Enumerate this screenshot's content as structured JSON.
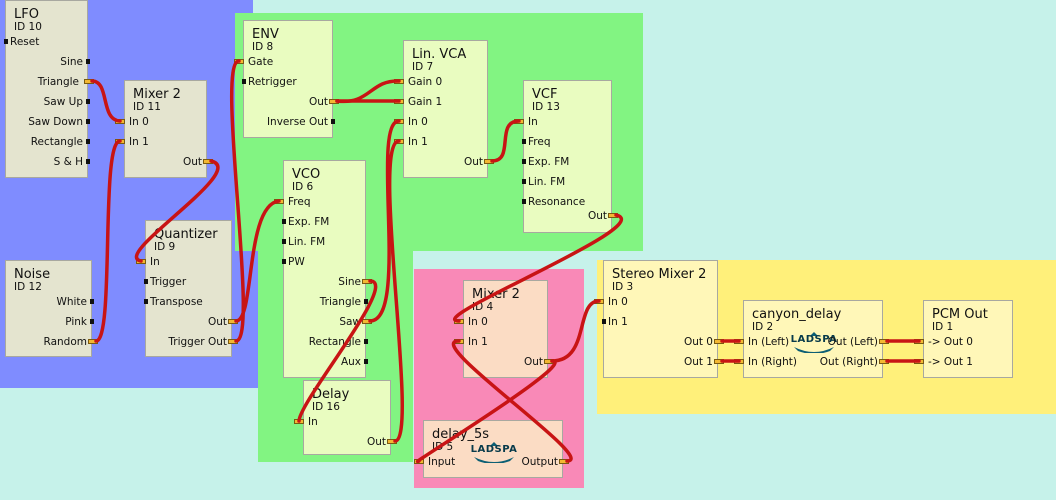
{
  "canvas": {
    "background": "#c6f2ea"
  },
  "groups": {
    "blue": "#7f8cff",
    "green": "#82f482",
    "pink": "#f989b7",
    "yellow": "#fff07a"
  },
  "modules": {
    "lfo": {
      "title": "LFO",
      "id": "ID 10",
      "in": [
        "Reset"
      ],
      "out": [
        "Sine",
        "Triangle",
        "Saw Up",
        "Saw Down",
        "Rectangle",
        "S & H"
      ]
    },
    "mixer11": {
      "title": "Mixer 2",
      "id": "ID 11",
      "in": [
        "In 0",
        "In 1"
      ],
      "out": [
        "Out"
      ]
    },
    "noise": {
      "title": "Noise",
      "id": "ID 12",
      "out": [
        "White",
        "Pink",
        "Random"
      ]
    },
    "quantizer": {
      "title": "Quantizer",
      "id": "ID 9",
      "in": [
        "In",
        "Trigger",
        "Transpose"
      ],
      "out": [
        "Out",
        "Trigger Out"
      ]
    },
    "env": {
      "title": "ENV",
      "id": "ID 8",
      "in": [
        "Gate",
        "Retrigger"
      ],
      "out": [
        "Out",
        "Inverse Out"
      ]
    },
    "vco": {
      "title": "VCO",
      "id": "ID 6",
      "in": [
        "Freq",
        "Exp. FM",
        "Lin. FM",
        "PW"
      ],
      "out": [
        "Sine",
        "Triangle",
        "Saw",
        "Rectangle",
        "Aux"
      ]
    },
    "vca": {
      "title": "Lin. VCA",
      "id": "ID 7",
      "in": [
        "Gain 0",
        "Gain 1",
        "In 0",
        "In 1"
      ],
      "out": [
        "Out"
      ]
    },
    "vcf": {
      "title": "VCF",
      "id": "ID 13",
      "in": [
        "In",
        "Freq",
        "Exp. FM",
        "Lin. FM",
        "Resonance"
      ],
      "out": [
        "Out"
      ]
    },
    "delay16": {
      "title": "Delay",
      "id": "ID 16",
      "in": [
        "In"
      ],
      "out": [
        "Out"
      ]
    },
    "mixer4": {
      "title": "Mixer 2",
      "id": "ID 4",
      "in": [
        "In 0",
        "In 1"
      ],
      "out": [
        "Out"
      ]
    },
    "delay5": {
      "title": "delay_5s",
      "id": "ID 5",
      "in": [
        "Input"
      ],
      "out": [
        "Output"
      ],
      "badge": "LADSPA"
    },
    "stereo": {
      "title": "Stereo Mixer 2",
      "id": "ID 3",
      "in": [
        "In 0",
        "In 1"
      ],
      "out": [
        "Out 0",
        "Out 1"
      ]
    },
    "canyon": {
      "title": "canyon_delay",
      "id": "ID 2",
      "in": [
        "In (Left)",
        "In (Right)"
      ],
      "out": [
        "Out (Left)",
        "Out (Right)"
      ],
      "badge": "LADSPA"
    },
    "pcm": {
      "title": "PCM Out",
      "id": "ID 1",
      "in": [
        "-> Out  0",
        "-> Out  1"
      ]
    }
  }
}
